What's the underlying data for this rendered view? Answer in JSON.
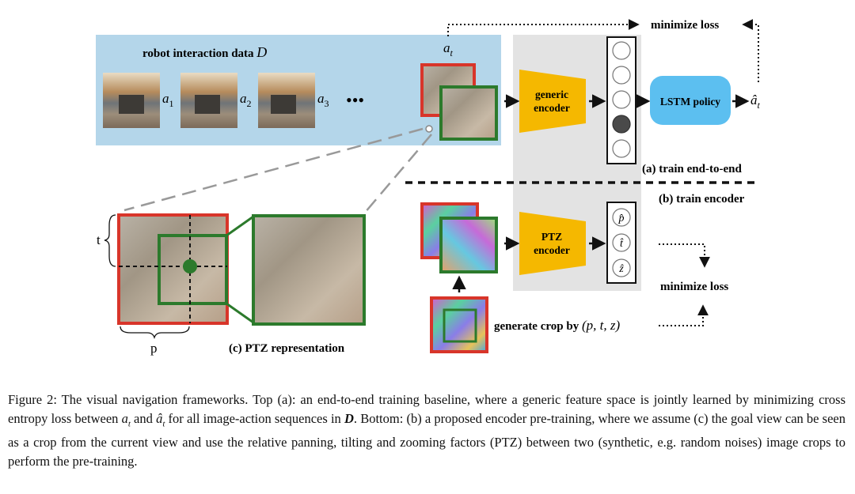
{
  "figure": {
    "data_label": "robot interaction data",
    "data_symbol": "D",
    "action_labels": [
      "a",
      "a",
      "a"
    ],
    "action_subscripts": [
      "1",
      "2",
      "3"
    ],
    "current_action": "a",
    "current_action_sub": "t",
    "ellipsis": "•••",
    "generic_encoder_line1": "generic",
    "generic_encoder_line2": "encoder",
    "lstm_label": "LSTM policy",
    "pred_action": "â",
    "pred_action_sub": "t",
    "minimize_loss_top": "minimize loss",
    "train_end_to_end": "(a) train end-to-end",
    "train_encoder": "(b) train encoder",
    "ptz_encoder_line1": "PTZ",
    "ptz_encoder_line2": "encoder",
    "ptz_outputs": [
      "p̂",
      "t̂",
      "ẑ"
    ],
    "minimize_loss_bottom": "minimize loss",
    "generate_crop_text": "generate crop by",
    "generate_crop_math": "(p, t, z)",
    "t_label": "t",
    "p_label": "p",
    "ptz_representation": "(c) PTZ representation"
  },
  "caption": {
    "prefix": "Figure 2: The visual navigation frameworks. Top (a): an end-to-end training baseline, where a generic feature space is jointly learned by minimizing cross entropy loss between ",
    "at": "a",
    "at_sub": "t",
    "mid1": " and ",
    "ahat": "â",
    "ahat_sub": "t",
    "mid2": " for all image-action sequences in ",
    "D": "D",
    "rest": ". Bottom: (b) a proposed encoder pre-training, where we assume (c) the goal view can be seen as a crop from the current view and use the relative panning, tilting and zooming factors (PTZ) between two (synthetic, e.g. random noises) image crops to perform the pre-training."
  },
  "colors": {
    "data_panel": "#b4d6ea",
    "encoder_panel": "#e3e3e3",
    "encoder_fill": "#f5b800",
    "lstm_fill": "#5cbff0",
    "crop_red": "#d8352a",
    "crop_green": "#2c7a2c"
  }
}
